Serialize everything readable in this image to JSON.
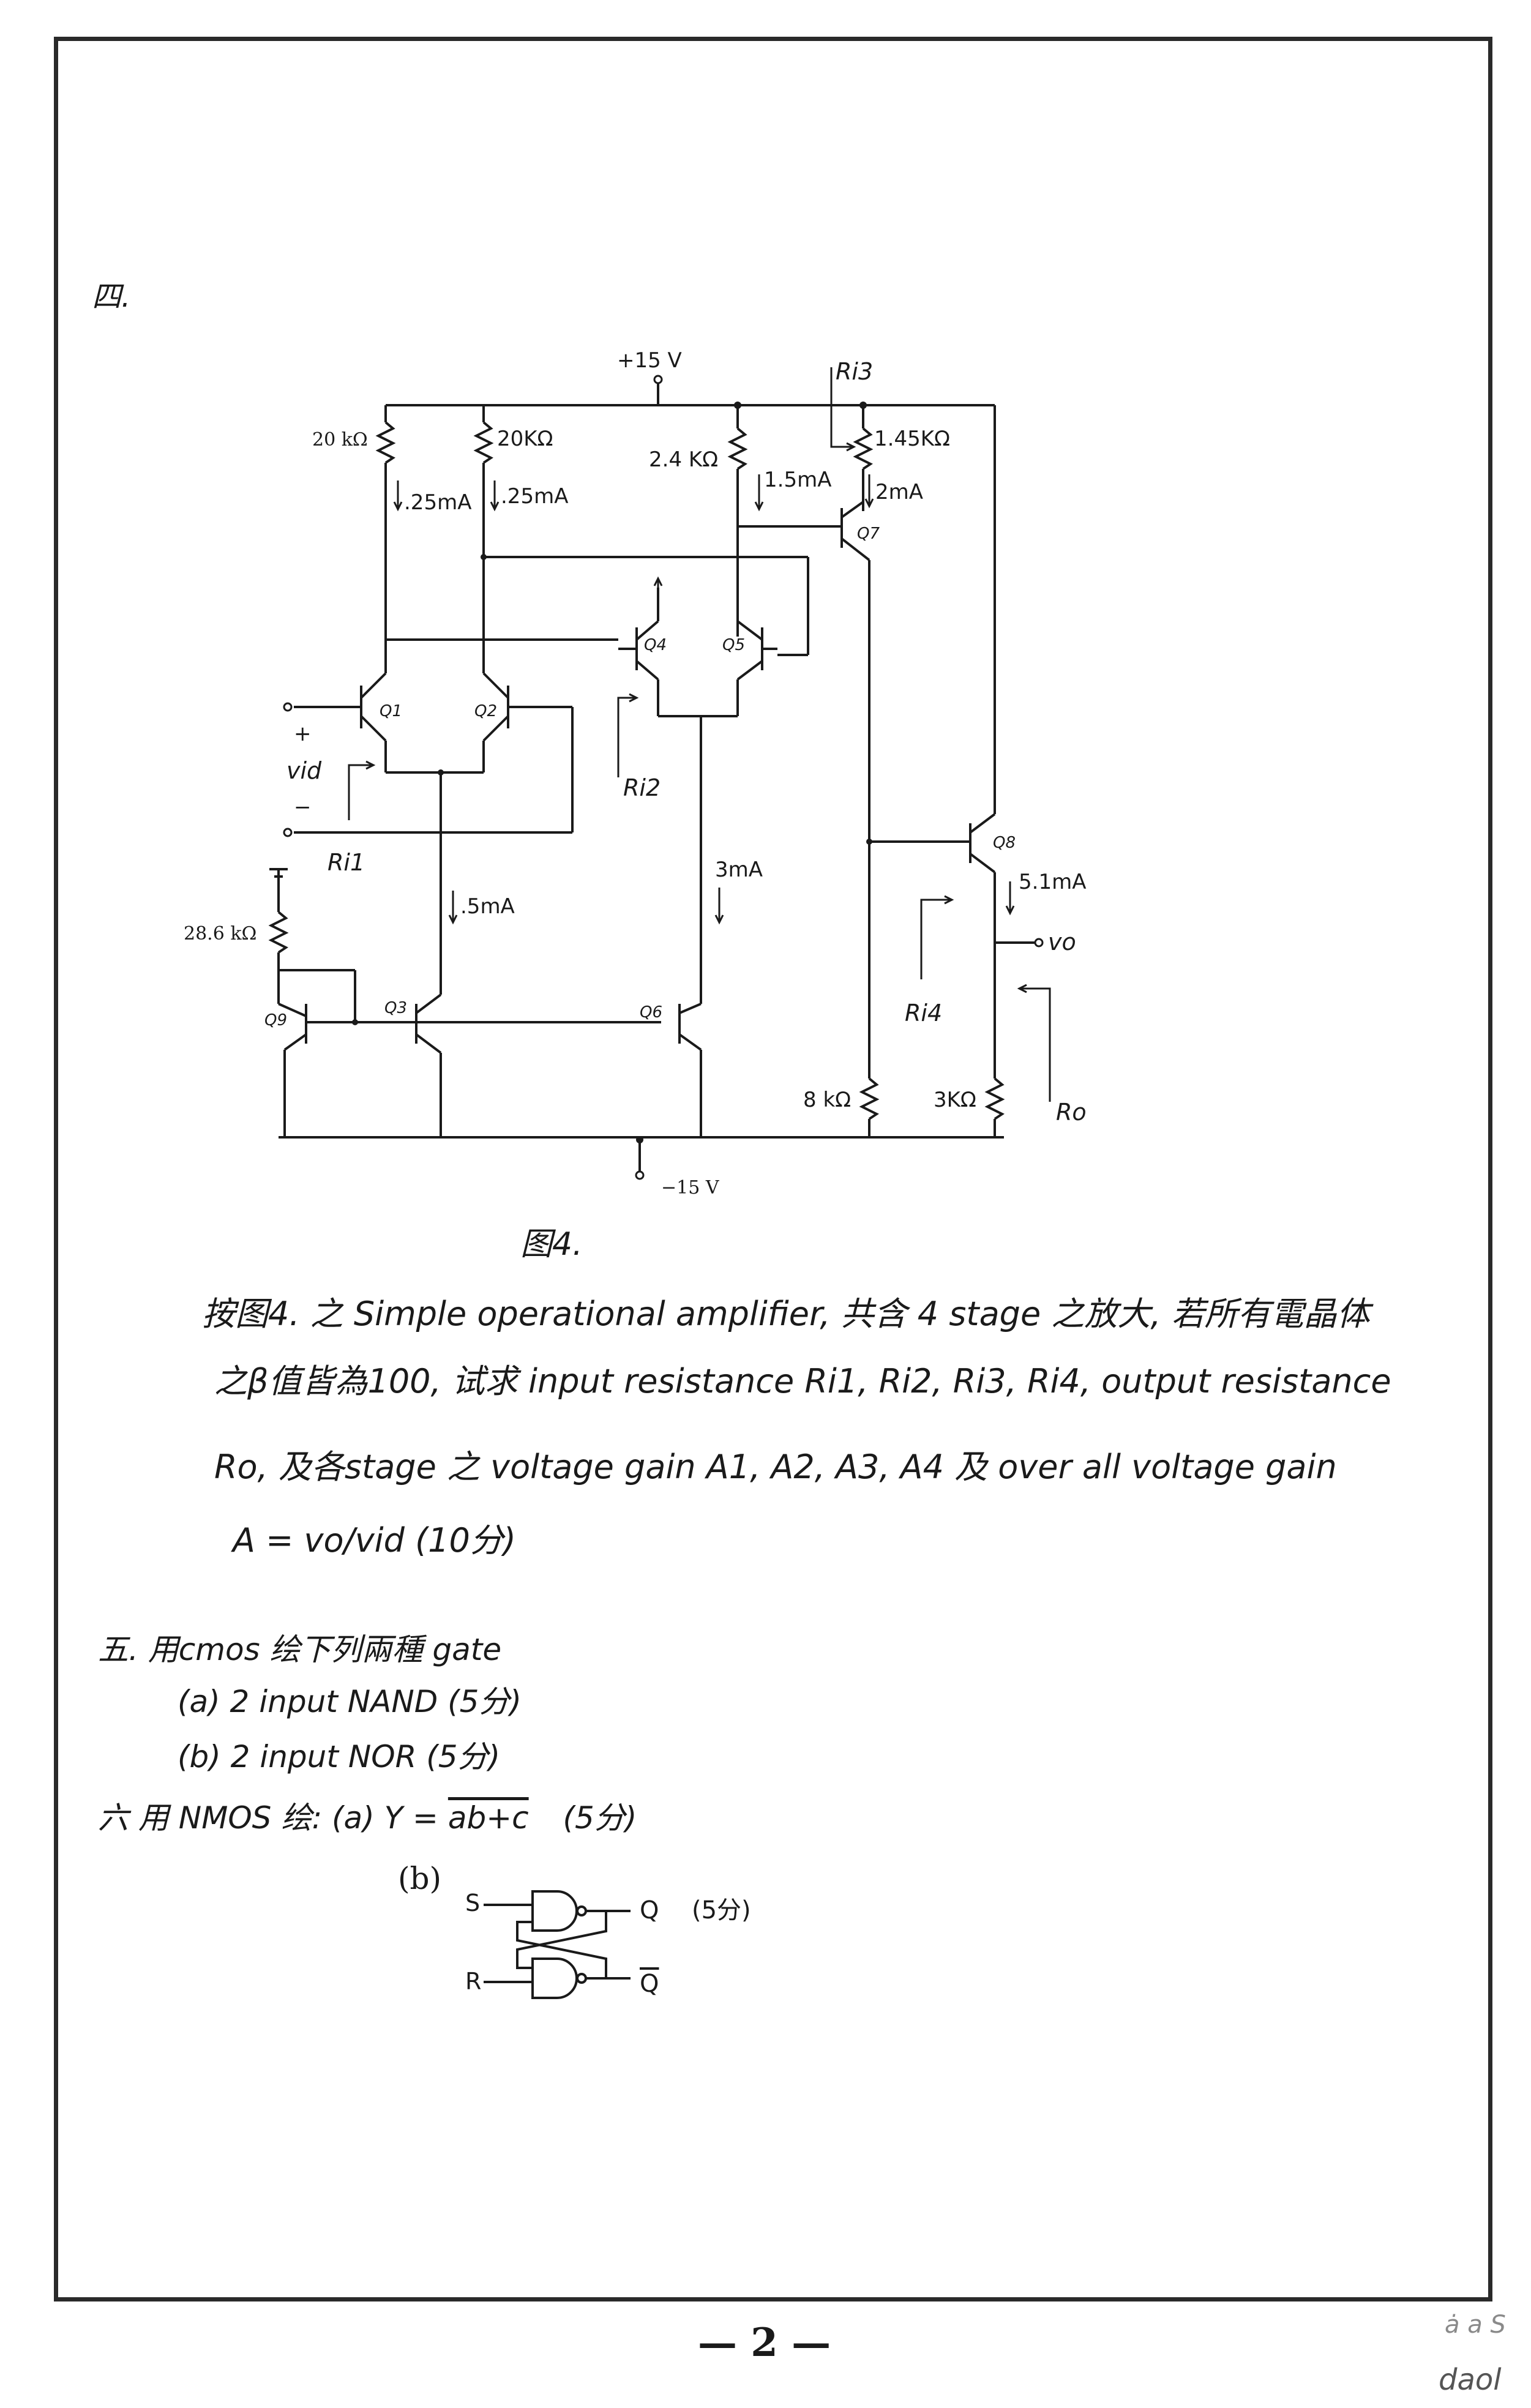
{
  "section4": {
    "marker": "四.",
    "figure_caption": "图4.",
    "problem_lines": [
      "按图4. 之 Simple operational amplifier, 共含 4 stage 之放大, 若所有電晶体",
      "之β值皆為100, 试求 input resistance Ri1, Ri2, Ri3, Ri4, output resistance",
      "Ro, 及各stage 之 voltage gain A1, A2, A3, A4 及 over all voltage gain",
      "A = vo/vid (10分)"
    ]
  },
  "circuit": {
    "vplus": "+15 V",
    "vminus": "−15 V",
    "r1": "20 kΩ",
    "r2": "20KΩ",
    "r3": "2.4 KΩ",
    "r4": "1.45KΩ",
    "r5": "28.6 kΩ",
    "r6": "8 kΩ",
    "r7": "3KΩ",
    "i1": ".25mA",
    "i2": ".25mA",
    "i3": "1.5mA",
    "i4": "2mA",
    "i5": ".5mA",
    "i6": "3mA",
    "i7": "5.1mA",
    "q1": "Q1",
    "q2": "Q2",
    "q3": "Q3",
    "q4": "Q4",
    "q5": "Q5",
    "q6": "Q6",
    "q7": "Q7",
    "q8": "Q8",
    "q9": "Q9",
    "plus": "+",
    "minus": "−",
    "vid": "vid",
    "vo": "vo",
    "ri1": "Ri1",
    "ri2": "Ri2",
    "ri3": "Ri3",
    "ri4": "Ri4",
    "ro": "Ro"
  },
  "section5": {
    "heading": "五. 用cmos 绘下列兩種 gate",
    "items": [
      "(a) 2 input NAND (5分)",
      "(b) 2 input NOR (5分)"
    ]
  },
  "section6": {
    "heading_prefix": "六 用 NMOS 绘: (a)",
    "expression_lhs": "Y =",
    "expression_rhs": "ab+c",
    "points_a": "(5分)",
    "label_b": "(b)",
    "s": "S",
    "r": "R",
    "q": "Q",
    "qbar": "Q",
    "points_b": "(5分)"
  },
  "page_number": "— 2 —",
  "corner_note_1": "ȧ a S",
  "corner_note_2": "daol"
}
